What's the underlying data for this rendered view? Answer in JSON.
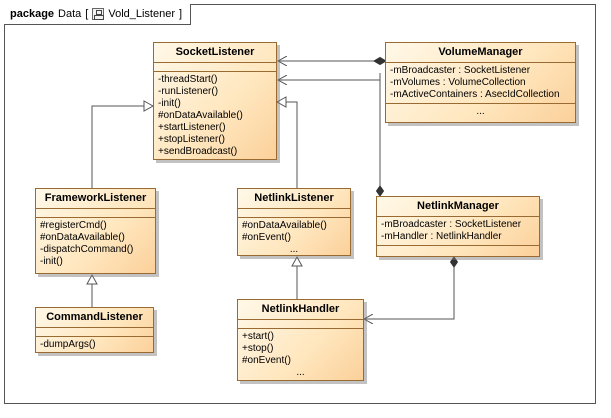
{
  "frame": {
    "keyword": "package",
    "name": "Data",
    "diagram_name": "Vold_Listener"
  },
  "classes": {
    "socket_listener": {
      "name": "SocketListener",
      "operations": [
        "-threadStart()",
        "-runListener()",
        "-init()",
        "#onDataAvailable()",
        "+startListener()",
        "+stopListener()",
        "+sendBroadcast()"
      ]
    },
    "volume_manager": {
      "name": "VolumeManager",
      "attributes": [
        "-mBroadcaster : SocketListener",
        "-mVolumes : VolumeCollection",
        "-mActiveContainers : AsecIdCollection"
      ],
      "ellipsis": "..."
    },
    "framework_listener": {
      "name": "FrameworkListener",
      "operations": [
        "#registerCmd()",
        "#onDataAvailable()",
        "-dispatchCommand()",
        "-init()"
      ]
    },
    "netlink_listener": {
      "name": "NetlinkListener",
      "operations": [
        "#onDataAvailable()",
        "#onEvent()"
      ],
      "ellipsis": "..."
    },
    "netlink_manager": {
      "name": "NetlinkManager",
      "attributes": [
        "-mBroadcaster : SocketListener",
        "-mHandler : NetlinkHandler"
      ]
    },
    "command_listener": {
      "name": "CommandListener",
      "operations": [
        "-dumpArgs()"
      ]
    },
    "netlink_handler": {
      "name": "NetlinkHandler",
      "operations": [
        "+start()",
        "+stop()",
        "#onEvent()"
      ],
      "ellipsis": "..."
    }
  },
  "colors": {
    "class_border": "#9a6a33",
    "class_fill_light": "#fff8e8",
    "class_fill_dark": "#fbd09a",
    "line": "#555555"
  }
}
